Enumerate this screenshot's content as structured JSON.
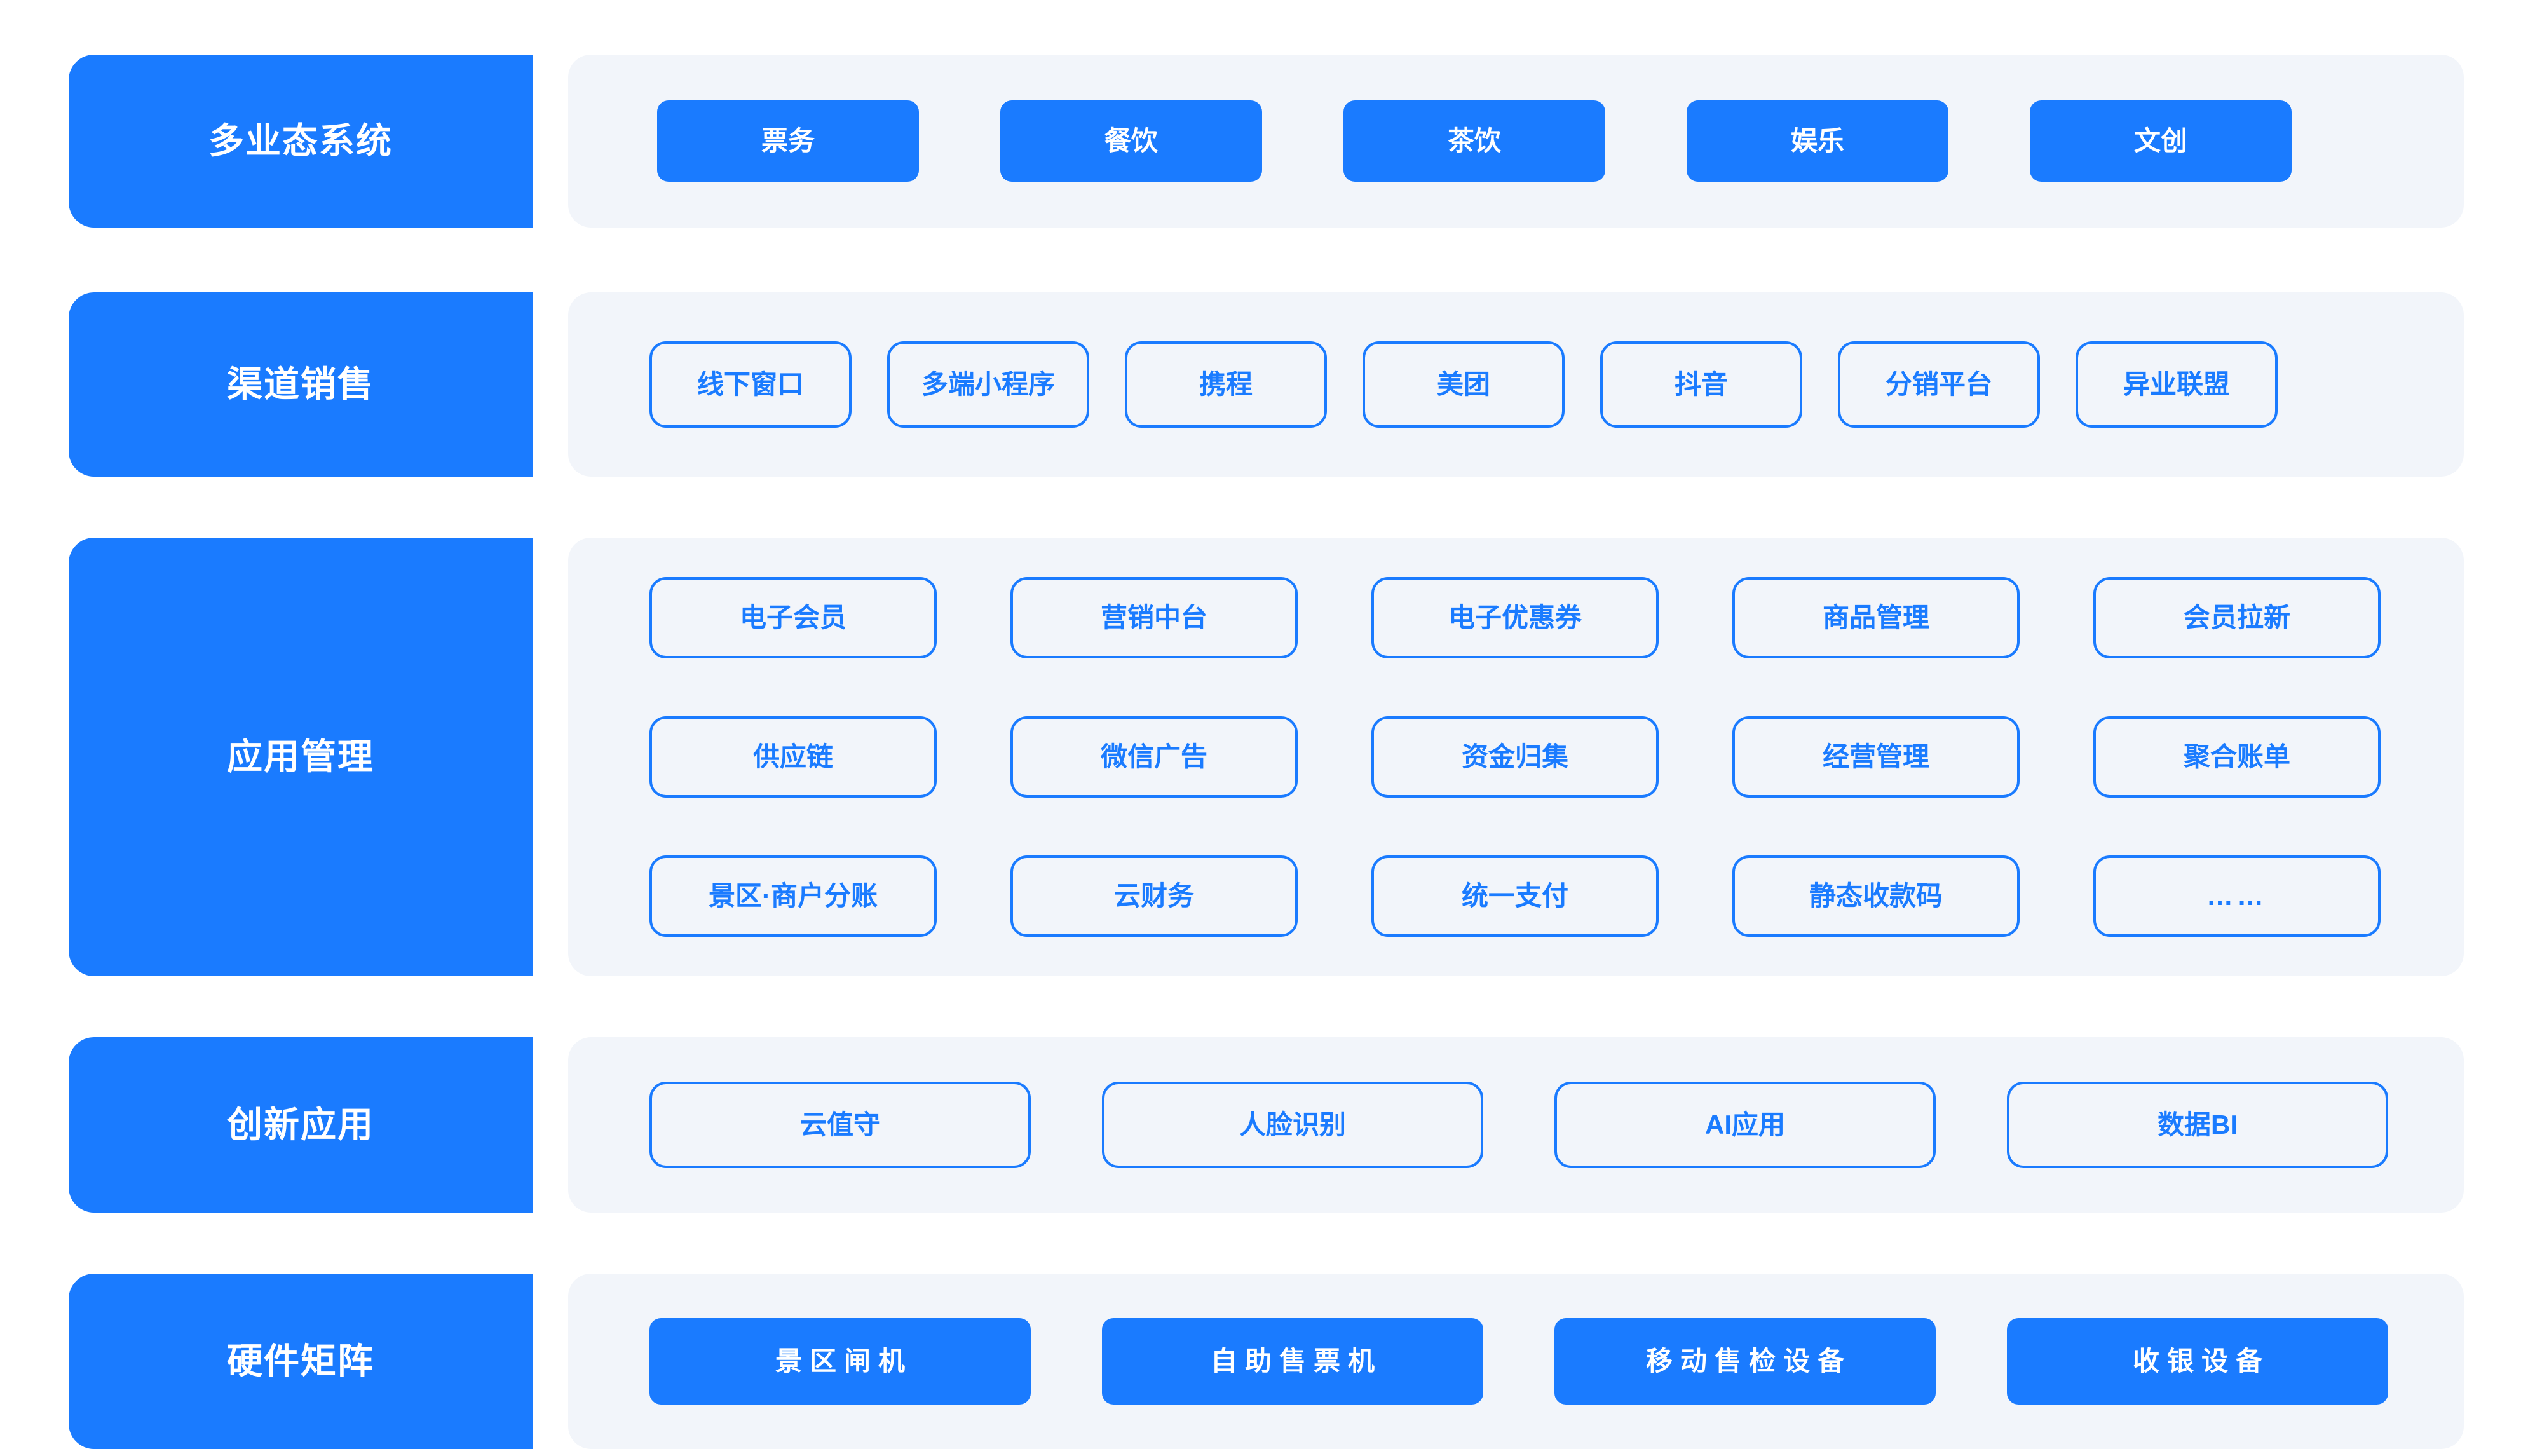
{
  "theme": {
    "accent": "#1a7bff",
    "panel_bg": "#f2f5fa",
    "page_bg": "#ffffff",
    "label_text": "#ffffff",
    "outline_text": "#1a7bff"
  },
  "sections": [
    {
      "key": "multi_format_system",
      "label": "多业态系统",
      "style": "solid",
      "rows": [
        [
          "票务",
          "餐饮",
          "茶饮",
          "娱乐",
          "文创"
        ]
      ]
    },
    {
      "key": "channel_sales",
      "label": "渠道销售",
      "style": "outline",
      "rows": [
        [
          "线下窗口",
          "多端小程序",
          "携程",
          "美团",
          "抖音",
          "分销平台",
          "异业联盟"
        ]
      ]
    },
    {
      "key": "application_management",
      "label": "应用管理",
      "style": "outline",
      "rows": [
        [
          "电子会员",
          "营销中台",
          "电子优惠券",
          "商品管理",
          "会员拉新"
        ],
        [
          "供应链",
          "微信广告",
          "资金归集",
          "经营管理",
          "聚合账单"
        ],
        [
          "景区·商户分账",
          "云财务",
          "统一支付",
          "静态收款码",
          "……"
        ]
      ]
    },
    {
      "key": "innovative_application",
      "label": "创新应用",
      "style": "outline",
      "rows": [
        [
          "云值守",
          "人脸识别",
          "AI应用",
          "数据BI"
        ]
      ]
    },
    {
      "key": "hardware_matrix",
      "label": "硬件矩阵",
      "style": "solid",
      "rows": [
        [
          "景区闸机",
          "自助售票机",
          "移动售检设备",
          "收银设备"
        ]
      ]
    }
  ]
}
